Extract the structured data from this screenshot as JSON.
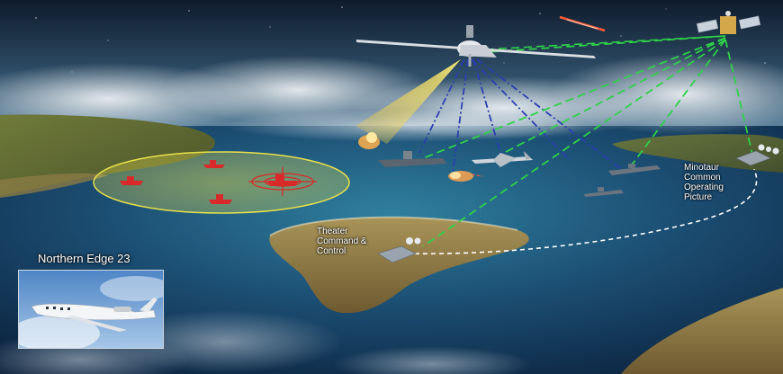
{
  "labels": {
    "theater": [
      "Theater",
      "Command &",
      "Control"
    ],
    "minotaur": [
      "Minotaur",
      "Common",
      "Operating",
      "Picture"
    ]
  },
  "inset": {
    "title": "Northern Edge 23"
  },
  "colors": {
    "uplink_green": "#2fd14a",
    "downlink_blue": "#2a3fb0",
    "datalink_white": "#ffffff",
    "target_zone": "#e8e04a",
    "target_ships": "#d82a2a"
  },
  "icons": [
    "drone-icon",
    "satellite-icon",
    "missile-icon",
    "aircraft-carrier-icon",
    "fighter-jet-icon",
    "destroyer-icon",
    "ground-station-icon",
    "radome-icon",
    "business-jet-icon"
  ]
}
